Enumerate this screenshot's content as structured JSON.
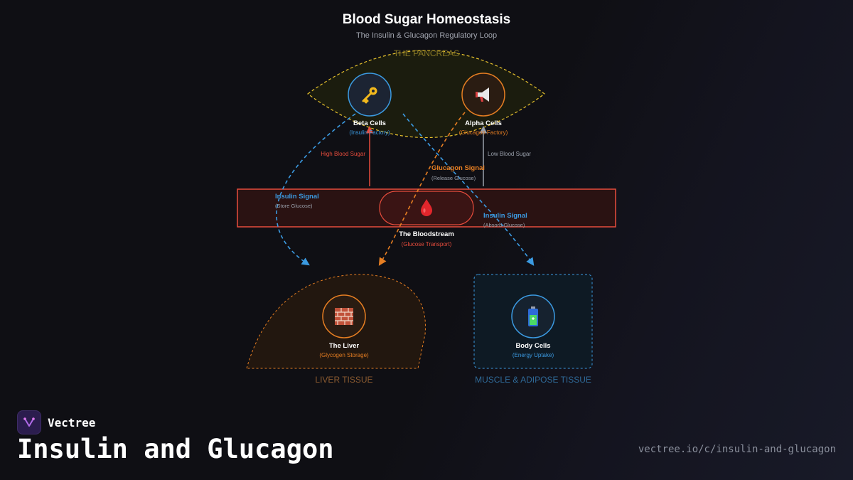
{
  "header": {
    "title": "Blood Sugar Homeostasis",
    "subtitle": "The Insulin & Glucagon Regulatory Loop"
  },
  "pancreas": {
    "label": "THE PANCREAS",
    "beta": {
      "name": "Beta Cells",
      "role": "(Insulin Factory)",
      "icon": "key-icon"
    },
    "alpha": {
      "name": "Alpha Cells",
      "role": "(Glucagon Factory)",
      "icon": "megaphone-icon"
    }
  },
  "triggers": {
    "high": "High Blood Sugar",
    "low": "Low Blood Sugar"
  },
  "signals": {
    "glucagon": {
      "label": "Glucagon Signal",
      "sub": "(Release Glucose)"
    },
    "insulin_store": {
      "label": "Insulin Signal",
      "sub": "(Store Glucose)"
    },
    "insulin_absorb": {
      "label": "Insulin Signal",
      "sub": "(Absorb Glucose)"
    }
  },
  "bloodstream": {
    "name": "The Bloodstream",
    "role": "(Glucose Transport)",
    "icon": "blood-drop-icon"
  },
  "liver": {
    "name": "The Liver",
    "role": "(Glycogen Storage)",
    "tissue": "LIVER TISSUE",
    "icon": "bricks-icon"
  },
  "body": {
    "name": "Body Cells",
    "role": "(Energy Uptake)",
    "tissue": "MUSCLE & ADIPOSE TISSUE",
    "icon": "battery-icon"
  },
  "colors": {
    "insulin": "#3b9ae1",
    "glucagon": "#e67e22",
    "blood": "#e74c3c",
    "pancreas": "#e8c22e",
    "neutral": "#8a8f9c"
  },
  "footer": {
    "brand": "Vectree",
    "title": "Insulin and Glucagon",
    "url": "vectree.io/c/insulin-and-glucagon"
  }
}
